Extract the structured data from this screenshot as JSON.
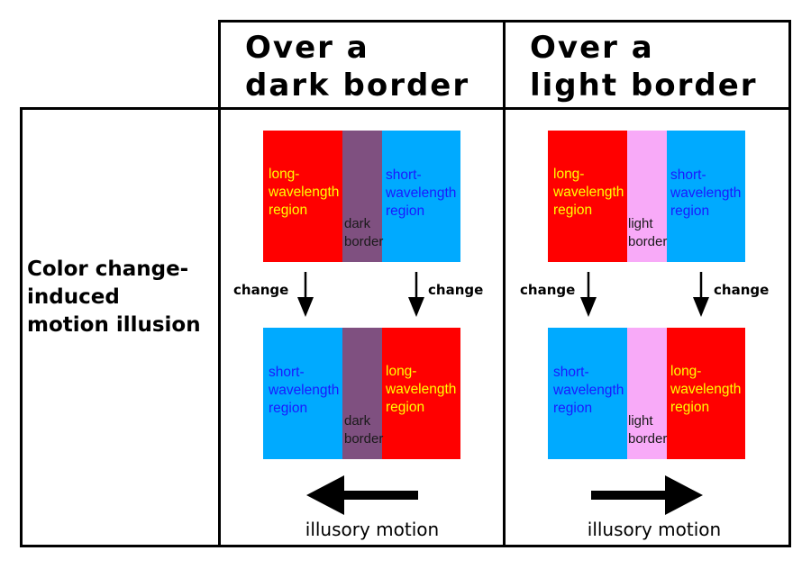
{
  "headers": {
    "dark": "Over a\ndark border",
    "light": "Over a\nlight border"
  },
  "row_label": "Color change-\n induced\nmotion illusion",
  "colors": {
    "long_region": "#ff0000",
    "short_region": "#00aaff",
    "dark_border": "#7f5080",
    "light_border": "#f8aaf8",
    "long_text": "#ffff00",
    "short_text": "#1a1aff"
  },
  "labels": {
    "long": "long-\nwavelength\nregion",
    "short": "short-\nwavelength\nregion",
    "dark_border": "dark\nborder",
    "light_border": "light\nborder",
    "change": "change",
    "illusory_motion": "illusory motion"
  },
  "motion_direction": {
    "dark": "left",
    "light": "right"
  }
}
